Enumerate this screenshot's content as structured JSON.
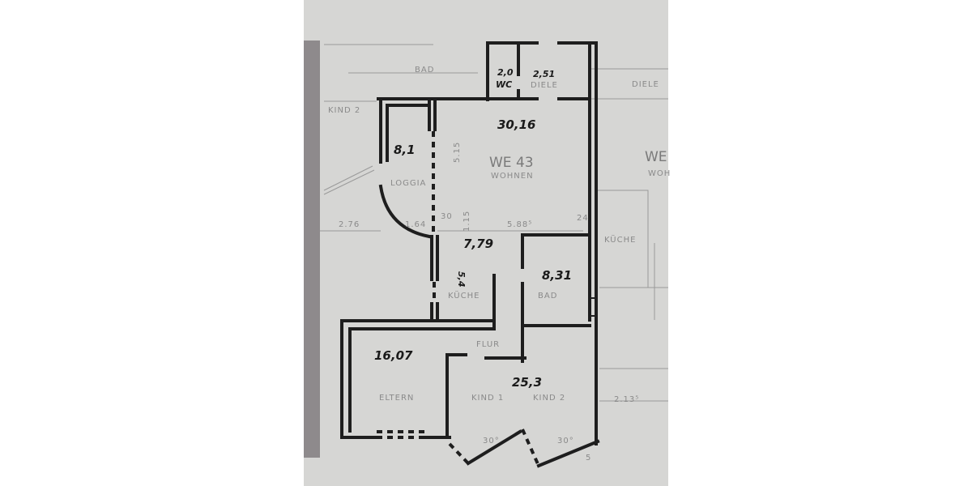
{
  "plan": {
    "unit_label": "WE 43",
    "rooms_printed": {
      "wohnen": "WOHNEN",
      "loggia": "LOGGIA",
      "kueche": "KÜCHE",
      "bad": "BAD",
      "flur": "FLUR",
      "eltern": "ELTERN",
      "kind1": "KIND 1",
      "kind2": "KIND 2",
      "diele": "DIELE",
      "wc": "WC"
    },
    "neighbor_labels": {
      "bad": "BAD",
      "kind2": "KIND 2",
      "diele": "DIELE",
      "we": "WE",
      "wohnen": "WOH",
      "kueche": "KÜCHE"
    },
    "dimensions": [
      "2.76",
      "1.64",
      "5.88⁵",
      "2.13⁵",
      "30",
      "24",
      "1.15",
      "5.15",
      "30°",
      "5"
    ],
    "handwritten_areas": {
      "wohnen": "30,16",
      "loggia": "8,1",
      "wc": "2,0",
      "diele": "2,51",
      "kueche_top": "7,79",
      "kueche_side": "5,4",
      "bad": "8,31",
      "eltern": "16,07",
      "kind": "25,3"
    }
  }
}
